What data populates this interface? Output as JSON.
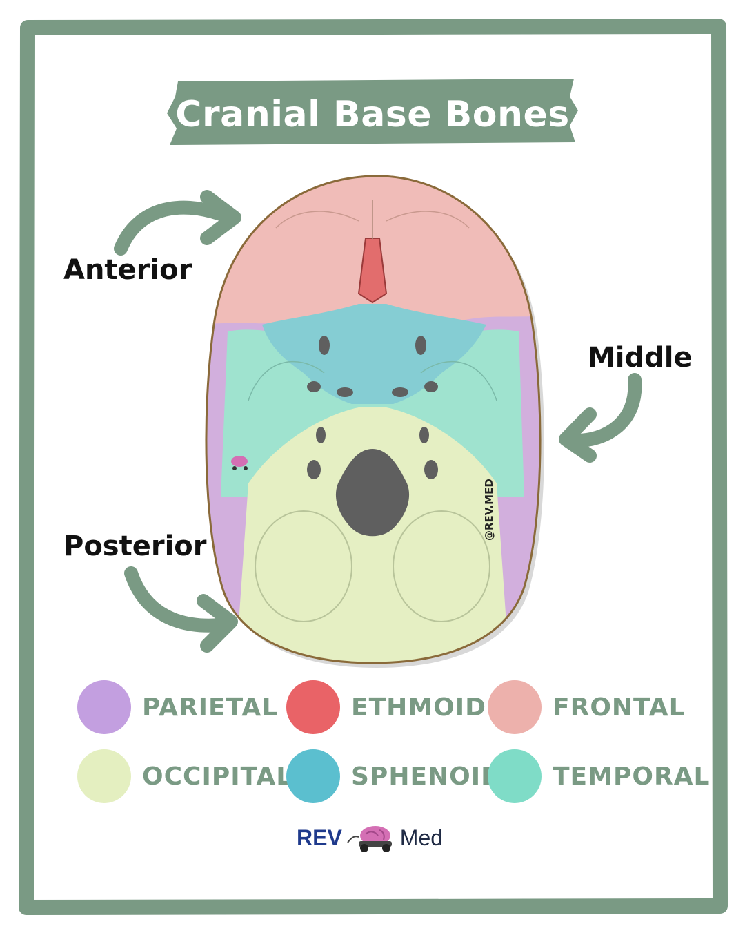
{
  "title": "Cranial Base Bones",
  "regions": {
    "anterior": "Anterior",
    "middle": "Middle",
    "posterior": "Posterior"
  },
  "watermark": "@REV.MED",
  "legend": [
    {
      "label": "PARIETAL",
      "color": "#c39fe0"
    },
    {
      "label": "ETHMOID",
      "color": "#e96367"
    },
    {
      "label": "FRONTAL",
      "color": "#edb1ac"
    },
    {
      "label": "OCCIPITAL",
      "color": "#e4efc0"
    },
    {
      "label": "SPHENOID",
      "color": "#5bbfcf"
    },
    {
      "label": "TEMPORAL",
      "color": "#7fdcc7"
    }
  ],
  "logo": {
    "left": "REV",
    "right": "Med"
  },
  "colors": {
    "frame": "#7a9a84",
    "bone_parietal": "#d2afdd",
    "bone_frontal": "#f0bcb8",
    "bone_ethmoid": "#e26d6d",
    "bone_sphenoid": "#85cdd3",
    "bone_temporal": "#9fe3cf",
    "bone_occipital": "#e5efc3",
    "foramen": "#5f5f5f",
    "outline": "#8a6a3a"
  }
}
